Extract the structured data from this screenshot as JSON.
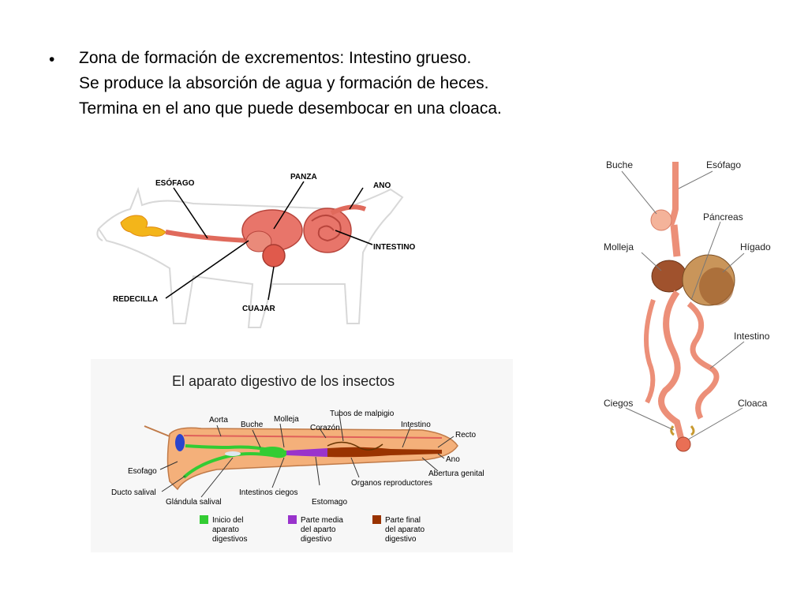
{
  "text": {
    "bullet": "•",
    "line1": "Zona de formación de excrementos: Intestino grueso.",
    "line2": "Se produce la absorción de agua y formación de heces.",
    "line3": "Termina en el ano que  puede desembocar en una cloaca."
  },
  "cow": {
    "labels": {
      "esofago": "ESÓFAGO",
      "panza": "PANZA",
      "ano": "ANO",
      "intestino": "INTESTINO",
      "redecilla": "REDECILLA",
      "cuajar": "CUAJAR"
    }
  },
  "insect": {
    "title": "El aparato digestivo de los insectos",
    "labels": {
      "aorta": "Aorta",
      "buche": "Buche",
      "molleja": "Molleja",
      "tubos": "Tubos de malpigio",
      "corazon": "Corazón",
      "intestino": "Intestino",
      "recto": "Recto",
      "ano": "Ano",
      "abertura": "Abertura genital",
      "organos": "Organos reproductores",
      "estomago": "Estomago",
      "ciegos": "Intestinos ciegos",
      "glandula": "Glándula salival",
      "ducto": "Ducto salival",
      "esofago": "Esofago"
    },
    "legend": [
      {
        "lines": [
          "Inicio del",
          "aparato",
          "digestivos"
        ],
        "color": "#33cc33"
      },
      {
        "lines": [
          "Parte media",
          "del aparto",
          "digestivo"
        ],
        "color": "#9933cc"
      },
      {
        "lines": [
          "Parte final",
          "del aparato",
          "digestivo"
        ],
        "color": "#993300"
      }
    ]
  },
  "bird": {
    "labels": {
      "buche": "Buche",
      "esofago": "Esófago",
      "pancreas": "Páncreas",
      "molleja": "Molleja",
      "higado": "Hígado",
      "intestino": "Intestino",
      "ciegos": "Ciegos",
      "cloaca": "Cloaca"
    }
  },
  "colors": {
    "organ_pink": "#e8756a",
    "insect_body": "#f4b07a",
    "liver_brown": "#a0522d"
  }
}
